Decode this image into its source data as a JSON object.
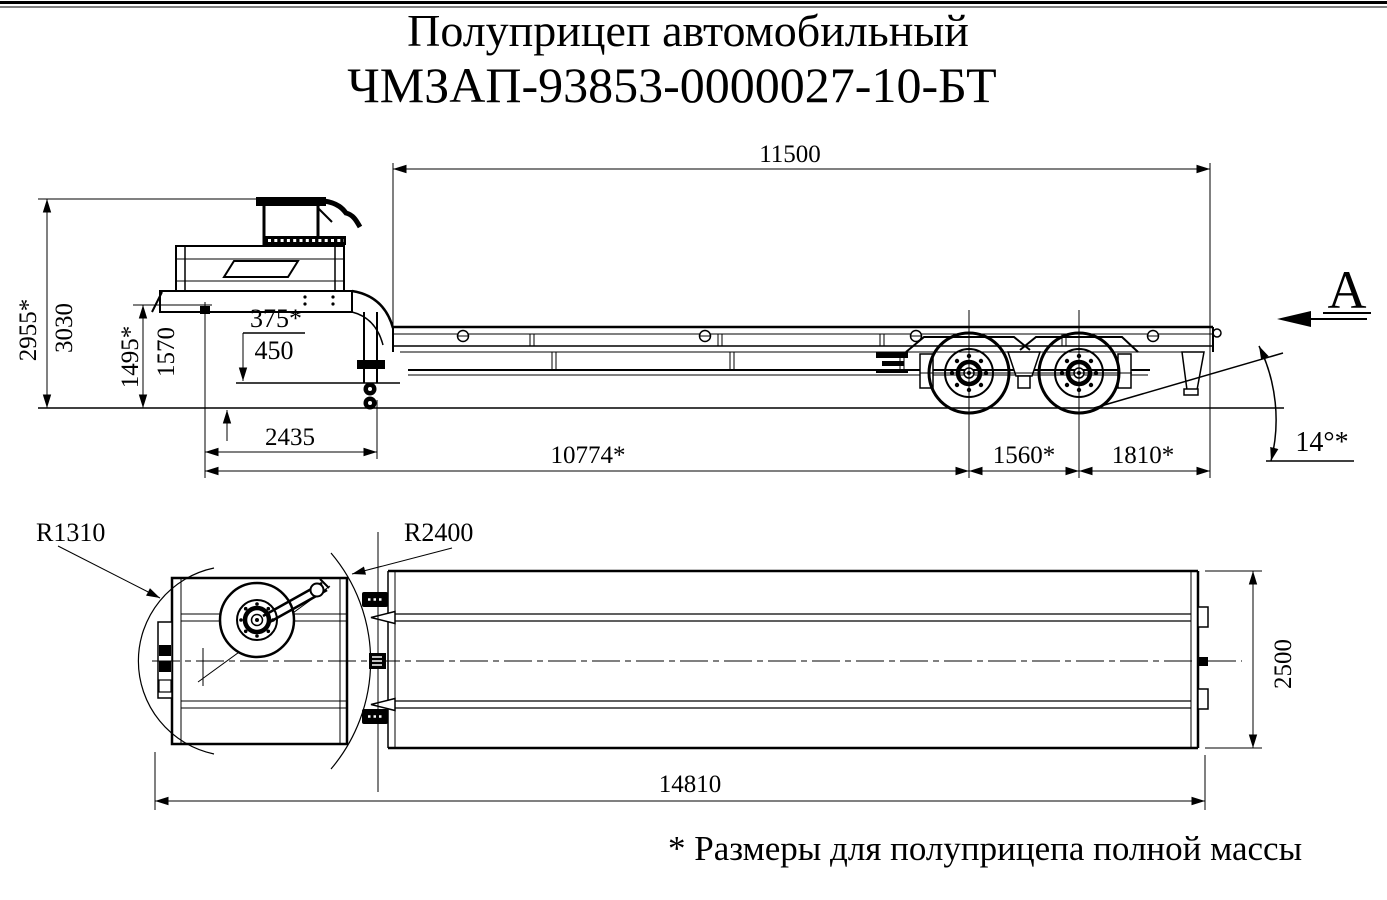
{
  "title": {
    "line1": "Полуприцеп автомобильный",
    "line2": "ЧМЗАП-93853-0000027-10-БТ"
  },
  "side_view": {
    "dimensions": {
      "platform_length": "11500",
      "height_laden": "2955*",
      "height_unladen": "3030",
      "deck_height_laden": "1495*",
      "deck_height_unladen": "1570",
      "clearance_laden": "375*",
      "clearance_unladen": "450",
      "kingpin_to_support": "2435",
      "kingpin_to_first_axle": "10774*",
      "axle_spacing": "1560*",
      "rear_overhang": "1810*",
      "departure_angle": "14°*"
    },
    "view_arrow_label": "А"
  },
  "plan_view": {
    "dimensions": {
      "overall_length": "14810",
      "overall_width": "2500"
    },
    "radii": {
      "front_swing": "R1310",
      "rear_swing": "R2400"
    }
  },
  "footnote": "* Размеры для полуприцепа полной массы",
  "colors": {
    "line": "#000000",
    "background": "#ffffff"
  }
}
